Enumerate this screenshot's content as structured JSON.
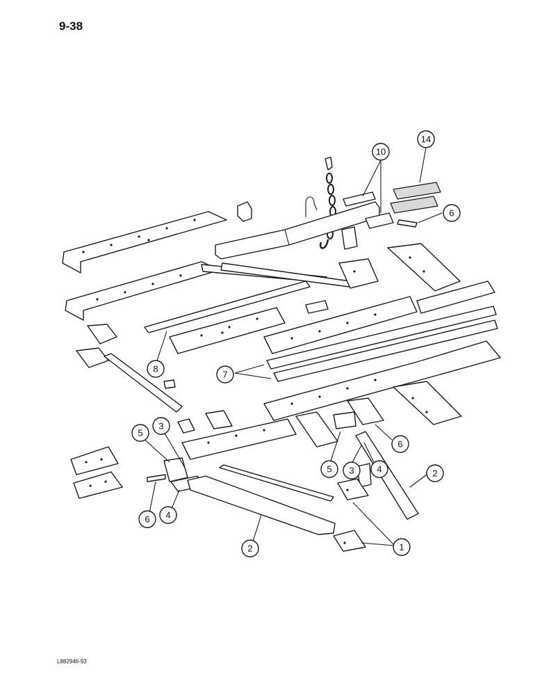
{
  "page": {
    "number": "9-38",
    "figure_code": "L882946-93"
  },
  "callouts": [
    {
      "id": "c14",
      "label": "14"
    },
    {
      "id": "c10",
      "label": "10"
    },
    {
      "id": "c6a",
      "label": "6"
    },
    {
      "id": "c8",
      "label": "8"
    },
    {
      "id": "c7",
      "label": "7"
    },
    {
      "id": "c5a",
      "label": "5"
    },
    {
      "id": "c3a",
      "label": "3"
    },
    {
      "id": "c6b",
      "label": "6"
    },
    {
      "id": "c5b",
      "label": "5"
    },
    {
      "id": "c3b",
      "label": "3"
    },
    {
      "id": "c4a",
      "label": "4"
    },
    {
      "id": "c2a",
      "label": "2"
    },
    {
      "id": "c6c",
      "label": "6"
    },
    {
      "id": "c4b",
      "label": "4"
    },
    {
      "id": "c2b",
      "label": "2"
    },
    {
      "id": "c1",
      "label": "1"
    }
  ]
}
